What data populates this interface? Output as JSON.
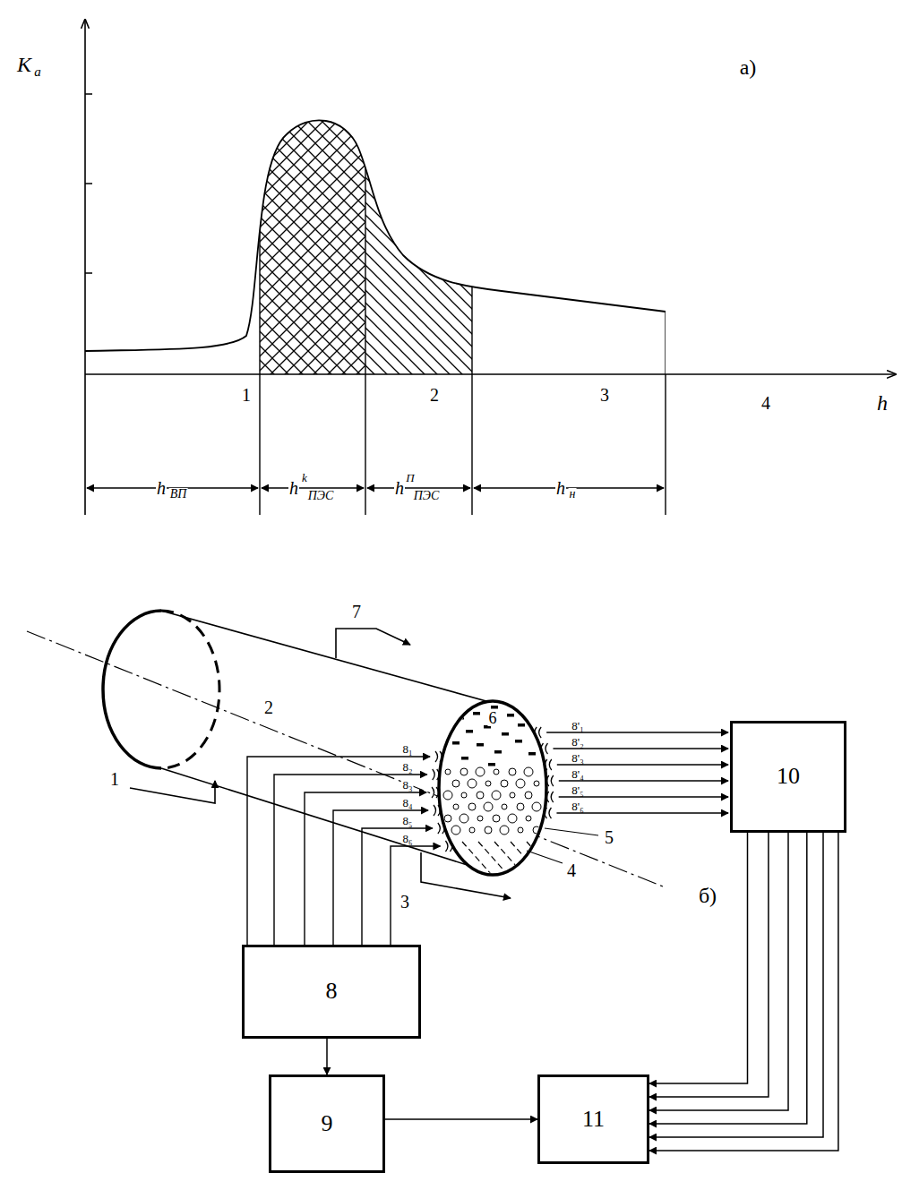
{
  "diagram": {
    "nodes": [
      {
        "text": [
          "10"
        ]
      },
      {
        "text": [
          "8"
        ]
      },
      {
        "text": [
          "9"
        ]
      },
      {
        "text": [
          "11"
        ]
      }
    ],
    "edges": [
      {
        "from": 1,
        "to": 2,
        "arrow": "to"
      },
      {
        "from": 2,
        "to": 3,
        "arrow": "to"
      },
      {
        "from": 0,
        "to": 3,
        "arrow": "to"
      },
      {
        "from": 0,
        "to": 3,
        "arrow": "to"
      },
      {
        "from": 0,
        "to": 3,
        "arrow": "to"
      },
      {
        "from": 0,
        "to": 3,
        "arrow": "to"
      },
      {
        "from": 0,
        "to": 3,
        "arrow": "to"
      },
      {
        "from": 0,
        "to": 3,
        "arrow": "to"
      }
    ],
    "labels": [
      "K",
      "a",
      "а)",
      "1",
      "2",
      "3",
      "4",
      "h",
      "h",
      "ВП",
      "h",
      "k",
      "ПЭС",
      "h",
      "П",
      "ПЭС",
      "h",
      "н",
      "7",
      "2",
      "6",
      "1",
      "5",
      "4",
      "3",
      "8₁",
      "8₂",
      "8₃",
      "8₄",
      "8₅",
      "8₆",
      "8'₁",
      "8'₂",
      "8'₃",
      "8'₄",
      "8'₅",
      "8'₆",
      "б)"
    ]
  }
}
